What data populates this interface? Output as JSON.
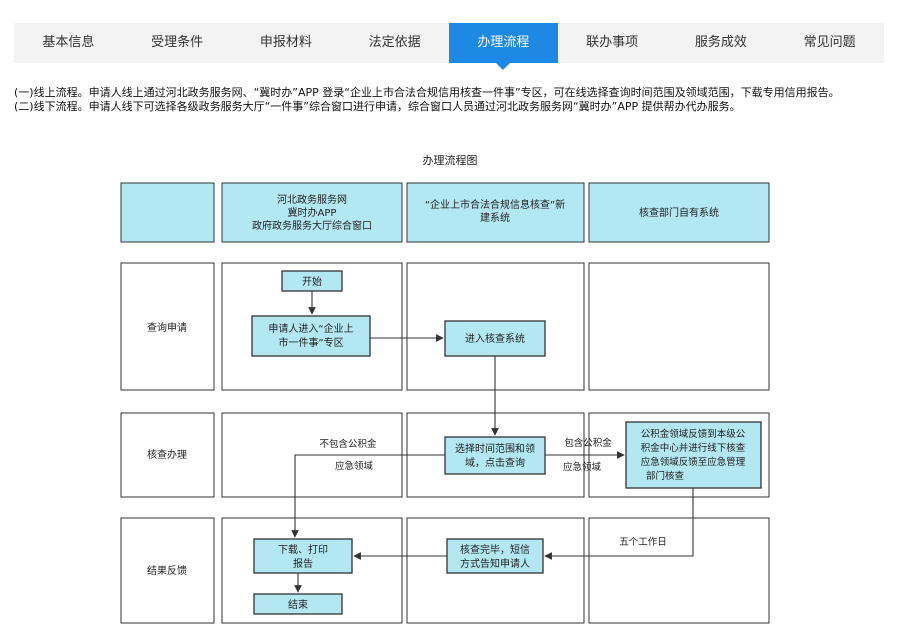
{
  "tabs": [
    {
      "label": "基本信息",
      "active": false
    },
    {
      "label": "受理条件",
      "active": false
    },
    {
      "label": "申报材料",
      "active": false
    },
    {
      "label": "法定依据",
      "active": false
    },
    {
      "label": "办理流程",
      "active": true
    },
    {
      "label": "联办事项",
      "active": false
    },
    {
      "label": "服务成效",
      "active": false
    },
    {
      "label": "常见问题",
      "active": false
    }
  ],
  "description": {
    "line1": "(一)线上流程。申请人线上通过河北政务服务网、“冀时办”APP 登录“企业上市合法合规信用核查一件事”专区，可在线选择查询时间范围及领域范围，下载专用信用报告。",
    "line2": "(二)线下流程。申请人线下可选择各级政务服务大厅“一件事”综合窗口进行申请，综合窗口人员通过河北政务服务网“冀时办”APP 提供帮办代办服务。"
  },
  "flow": {
    "title": "办理流程图",
    "headers": {
      "col1_line1": "河北政务服务网",
      "col1_line2": "冀时办APP",
      "col1_line3": "政府政务服务大厅综合窗口",
      "col2_line1": "“企业上市合法合规信息核查”新",
      "col2_line2": "建系统",
      "col3": "核查部门自有系统"
    },
    "rows": {
      "row1": "查询申请",
      "row2": "核查办理",
      "row3": "结果反馈"
    },
    "nodes": {
      "start": "开始",
      "apply_line1": "申请人进入“企业上",
      "apply_line2": "市一件事”专区",
      "enter_system": "进入核查系统",
      "select_line1": "选择时间范围和领",
      "select_line2": "域，点击查询",
      "dept_line1": "公积金领域反馈到本级公",
      "dept_line2": "积金中心并进行线下核查",
      "dept_line3": "应急领域反馈至应急管理",
      "dept_line4": "部门核查",
      "download_line1": "下载、打印",
      "download_line2": "报告",
      "end": "结束",
      "notify_line1": "核查完毕，短信",
      "notify_line2": "方式告知申请人"
    },
    "labels": {
      "no_fund_line1": "不包含公积金",
      "no_fund_line2": "应急领域",
      "with_fund_line1": "包含公积金",
      "with_fund_line2": "应急领域",
      "five_days": "五个工作日"
    }
  },
  "colors": {
    "tab_active": "#1e88e5",
    "tab_bar": "#f3f3f3",
    "box_fill": "#b3e8f2",
    "line": "#333333"
  }
}
